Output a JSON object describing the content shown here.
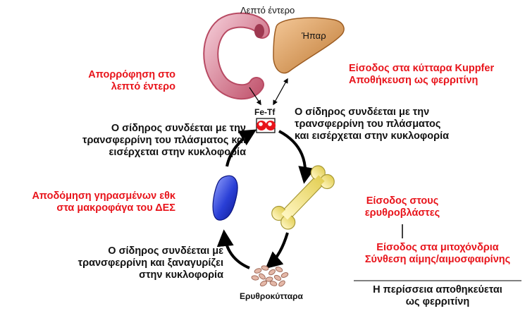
{
  "organs": {
    "small_intestine": "Λεπτό έντερο",
    "liver": "Ήπαρ",
    "complex": "Fe-Tf",
    "red_cells": "Ερυθροκύτταρα"
  },
  "left": {
    "absorption": [
      "Απορρόφηση στο",
      "λεπτό έντερο"
    ],
    "binding_top": [
      "Ο σίδηρος συνδέεται με την",
      "τρανσφερρίνη του πλάσματος και",
      "εισέρχεται στην κυκλοφορία"
    ],
    "degradation": [
      "Αποδόμηση γηρασμένων εθκ",
      "στα μακροφάγα του ΔΕΣ"
    ],
    "binding_bottom": [
      "Ο σίδηρος συνδέεται με",
      "τρανσφερρίνη και ξαναγυρίζει",
      "στην κυκλοφορία"
    ]
  },
  "right": {
    "kupffer": [
      "Είσοδος στα κύτταρα Kuppfer",
      "Αποθήκευση ως φερριτίνη"
    ],
    "binding": [
      "Ο σίδηρος συνδέεται με την",
      "τρανσφερρίνη του πλάσματος",
      "και εισέρχεται στην κυκλοφορία"
    ],
    "erythroblasts": [
      "Είσοδος στους",
      "ερυθροβλάστες"
    ],
    "mitochondria": [
      "Είσοδος στα μιτοχόνδρια",
      "Σύνθεση αίμης/αιμοσφαιρίνης"
    ],
    "excess": [
      "Η περίσσεια αποθηκεύεται",
      "ως φερριτίνη"
    ]
  },
  "colors": {
    "label_red": "#e8141b",
    "text": "#111111",
    "intestine": "#d9849a",
    "liver": "#d99a55",
    "macrophage": "#2a3fd6",
    "bone": "#f2e27a",
    "cell": "#e4b8a8"
  }
}
